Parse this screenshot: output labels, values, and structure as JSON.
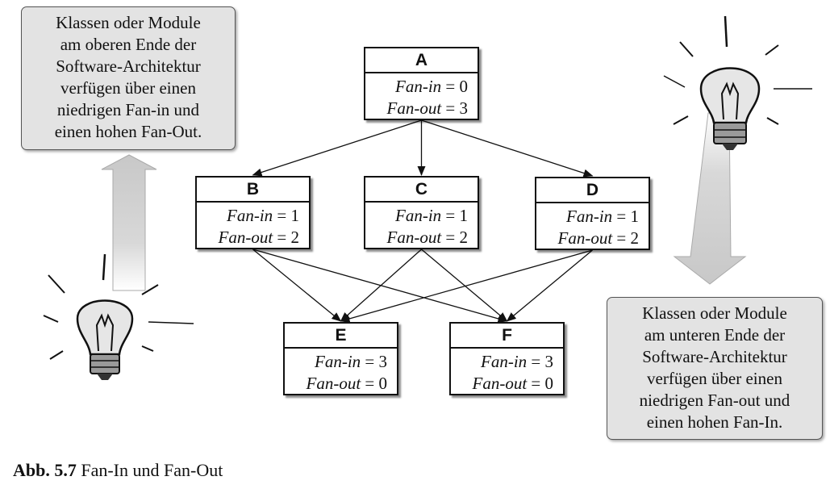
{
  "callout_top": {
    "lines": [
      "Klassen oder Module",
      "am oberen Ende der",
      "Software-Architektur",
      "verfügen über einen",
      "niedrigen Fan-in und",
      "einen hohen Fan-Out."
    ]
  },
  "callout_bottom": {
    "lines": [
      "Klassen oder Module",
      "am unteren Ende der",
      "Software-Architektur",
      "verfügen über einen",
      "niedrigen Fan-out und",
      "einen hohen Fan-In."
    ]
  },
  "labels": {
    "fan_in": "Fan-in",
    "fan_out": "Fan-out",
    "eq": " = "
  },
  "nodes": {
    "A": {
      "name": "A",
      "fan_in": "0",
      "fan_out": "3"
    },
    "B": {
      "name": "B",
      "fan_in": "1",
      "fan_out": "2"
    },
    "C": {
      "name": "C",
      "fan_in": "1",
      "fan_out": "2"
    },
    "D": {
      "name": "D",
      "fan_in": "1",
      "fan_out": "2"
    },
    "E": {
      "name": "E",
      "fan_in": "3",
      "fan_out": "0"
    },
    "F": {
      "name": "F",
      "fan_in": "3",
      "fan_out": "0"
    }
  },
  "edges": [
    [
      "A",
      "B"
    ],
    [
      "A",
      "C"
    ],
    [
      "A",
      "D"
    ],
    [
      "B",
      "E"
    ],
    [
      "B",
      "F"
    ],
    [
      "C",
      "E"
    ],
    [
      "C",
      "F"
    ],
    [
      "D",
      "E"
    ],
    [
      "D",
      "F"
    ]
  ],
  "caption": {
    "number": "Abb. 5.7",
    "text": "Fan-In und Fan-Out"
  },
  "colors": {
    "callout_bg": "#e3e3e3",
    "arrow_fill": "#d4d4d4",
    "bulb": "#cfcfcf"
  }
}
